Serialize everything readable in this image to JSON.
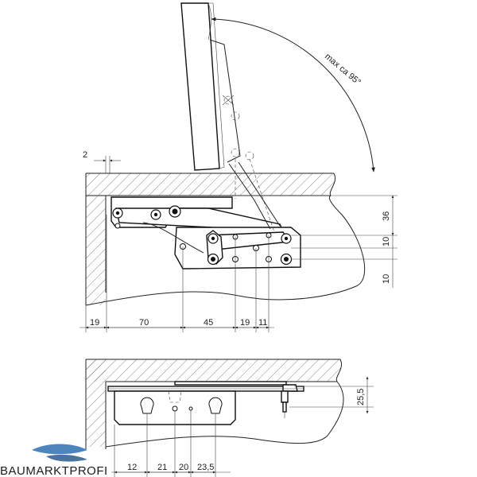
{
  "top_view": {
    "angle_label": "max ca 95°",
    "top_dims": [
      "2"
    ],
    "right_dims": [
      "36",
      "10",
      "10"
    ],
    "bottom_dims": [
      "19",
      "70",
      "45",
      "19",
      "11"
    ]
  },
  "bottom_view": {
    "right_dims": [
      "25,5"
    ],
    "bottom_dims": [
      "12",
      "21",
      "20",
      "23,5"
    ]
  },
  "logo": {
    "text": "BAUMARKTPROFI"
  },
  "colors": {
    "ink": "#222222",
    "logo_blue": "#2f6fb0"
  }
}
